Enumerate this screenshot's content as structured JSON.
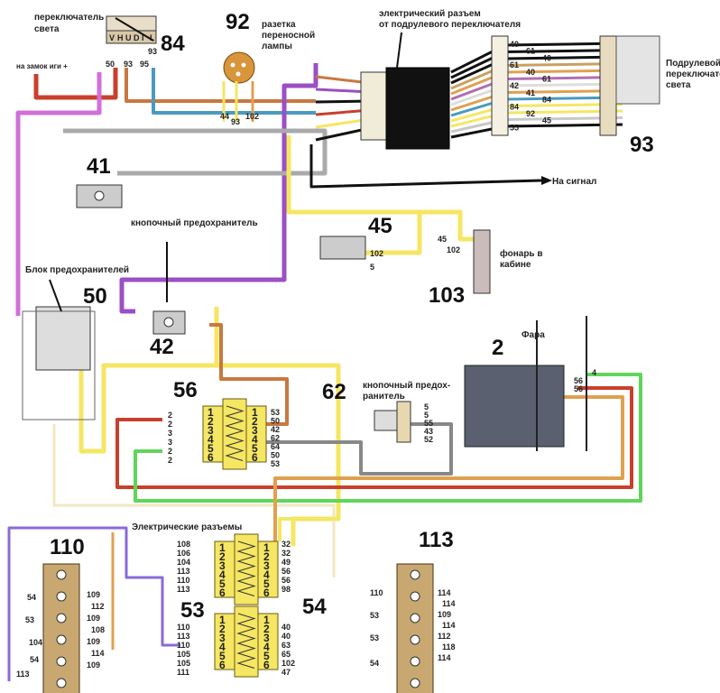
{
  "labels": {
    "light_switch": [
      "переключатель",
      "света"
    ],
    "ignition": "на замок иги +",
    "socket": [
      "разетка",
      "переносной",
      "лампы"
    ],
    "connector": [
      "электрический разъем",
      "от подрулевого переключателя"
    ],
    "steering_switch": [
      "Подрулевой",
      "переключатель",
      "света"
    ],
    "to_horn": "На сигнал",
    "push_fuse": "кнопочный предохранитель",
    "cabin_lamp": [
      "фонарь в",
      "кабине"
    ],
    "fuse_block": "Блок предохранителей",
    "headlight": "Фара",
    "push_fuse2": [
      "кнопочный предох-",
      "ранитель"
    ],
    "connectors": "Электрические разъемы"
  },
  "components": {
    "c84": "84",
    "c92": "92",
    "c93": "93",
    "c41": "41",
    "c45": "45",
    "c103": "103",
    "c50": "50",
    "c42": "42",
    "c2": "2",
    "c56": "56",
    "c62": "62",
    "c110": "110",
    "c113": "113",
    "c53": "53",
    "c54": "54"
  },
  "pins": {
    "switch84_terminals": [
      "V",
      "H",
      "U",
      "D",
      "I",
      "L"
    ],
    "switch84_wires": [
      "50",
      "93",
      "95",
      "93"
    ],
    "socket92_wires": [
      "44",
      "93",
      "102"
    ],
    "switch93_wires": [
      "40",
      "61",
      "40",
      "61",
      "40",
      "61",
      "42",
      "41",
      "84",
      "84",
      "92",
      "45",
      "55"
    ],
    "fuse45_wires": [
      "102",
      "5"
    ],
    "lamp103_wires": [
      "45",
      "102"
    ],
    "headlight_wires": [
      "4",
      "56",
      "56"
    ],
    "conn56_left": [
      "2",
      "2",
      "3",
      "3",
      "2",
      "2"
    ],
    "conn56_right": [
      "53",
      "50",
      "42",
      "62",
      "64",
      "50",
      "53"
    ],
    "fuse62_wires": [
      "5",
      "5",
      "55",
      "43",
      "52"
    ],
    "conn53_left": [
      "108",
      "106",
      "104",
      "113",
      "110",
      "113"
    ],
    "conn53_right": [
      "32",
      "32",
      "49",
      "56",
      "56",
      "98"
    ],
    "conn54_left": [
      "110",
      "113",
      "110",
      "105",
      "105",
      "111"
    ],
    "conn54_right": [
      "40",
      "40",
      "63",
      "65",
      "102",
      "47"
    ],
    "block110_left": [
      "54",
      "53",
      "104",
      "54",
      "113"
    ],
    "block110_right": [
      "109",
      "112",
      "109",
      "108",
      "109",
      "114",
      "109"
    ],
    "block113_left": [
      "110",
      "53",
      "53",
      "54"
    ],
    "block113_right": [
      "114",
      "114",
      "109",
      "114",
      "112",
      "118",
      "114"
    ],
    "numbers": [
      "1",
      "2",
      "3",
      "4",
      "5",
      "6"
    ]
  },
  "colors": {
    "yellow": "#f5e663",
    "purple": "#9b4fc4",
    "red": "#c8402c",
    "green": "#5fd65a",
    "orange": "#e0a050",
    "brown": "#c87840",
    "gray": "#888888",
    "blue": "#4a9ac0",
    "black": "#111111"
  }
}
